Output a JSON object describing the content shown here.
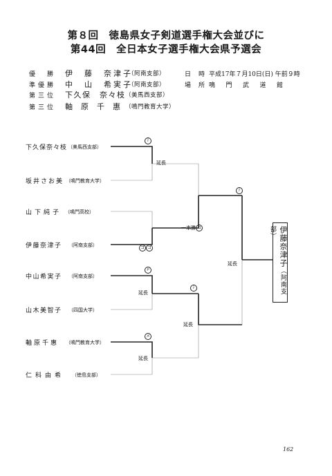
{
  "title": {
    "line1": "第８回　徳島県女子剣道選手権大会並びに",
    "line2": "第44回　全日本女子選手権大会県予選会"
  },
  "results": [
    {
      "rank": "優　勝",
      "name": "伊　藤　奈津子",
      "aff": "（阿南支部）"
    },
    {
      "rank": "準優勝",
      "name": "中　山　希実子",
      "aff": "（阿南支部）"
    },
    {
      "rank": "第三位",
      "name": "下久保　奈々枝",
      "aff": "（美馬西支部）"
    },
    {
      "rank": "第三位",
      "name": "軸　原　千　惠",
      "aff": "（鳴門教育大学）"
    }
  ],
  "info": {
    "date_label": "日　時",
    "date_value": "平成17年７月10日(日) 午前９時",
    "place_label": "場　所",
    "place_value": "鳴門武道館"
  },
  "players": [
    {
      "name": "下久保奈々枝",
      "aff": "（美馬西支部）"
    },
    {
      "name": "坂井さお美",
      "aff": "（鳴門教育大学）"
    },
    {
      "name": "山下純子",
      "aff": "（鳴門高校）"
    },
    {
      "name": "伊藤奈津子",
      "aff": "（阿南支部）"
    },
    {
      "name": "中山希実子",
      "aff": "（阿南支部）"
    },
    {
      "name": "山木美智子",
      "aff": "（四国大学）"
    },
    {
      "name": "軸原千惠",
      "aff": "（鳴門教育大学）"
    },
    {
      "name": "仁科由希",
      "aff": "（徳島支部）"
    }
  ],
  "annotations": {
    "enchou": "延長",
    "ippon_shou": "一本勝",
    "waza_te": "ﾃ",
    "waza_ko": "コ",
    "waza_do": "ド",
    "waza_me": "メ"
  },
  "winner": {
    "name": "伊藤奈津子",
    "aff": "（阿南支部）"
  },
  "page_number": "162"
}
